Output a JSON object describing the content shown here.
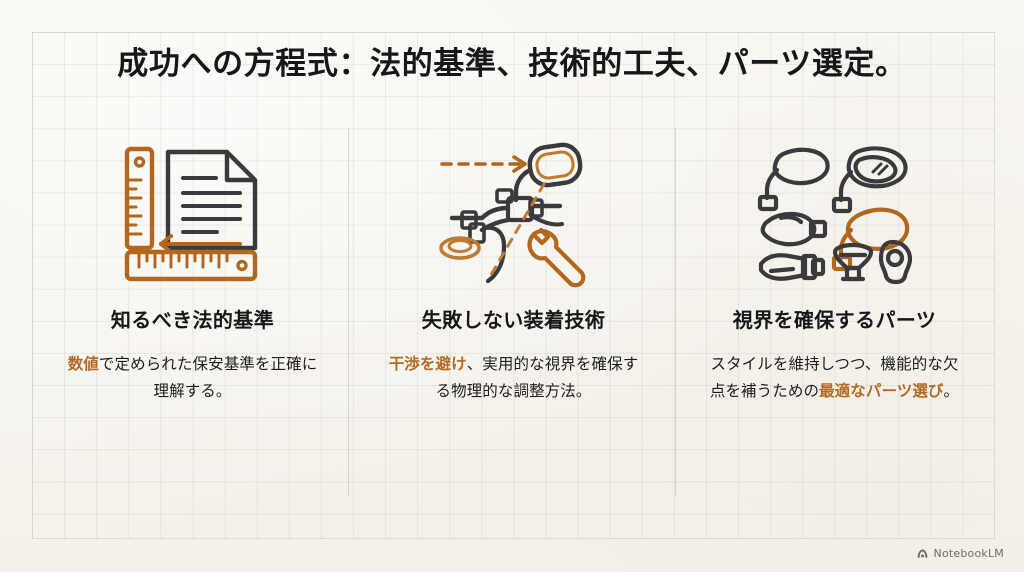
{
  "slide": {
    "title": "成功への方程式：法的基準、技術的工夫、パーツ選定。",
    "background_color": "#f7f5f0",
    "accent_color": "#b26a25",
    "ink_color": "#3a3a3c"
  },
  "columns": [
    {
      "icon_name": "ruler-document-icon",
      "heading": "知るべき法的基準",
      "body": [
        {
          "text": "数値",
          "highlight": true
        },
        {
          "text": "で定められた保安基準",
          "highlight": false
        },
        {
          "text": "を正確に理解する。",
          "highlight": false
        }
      ]
    },
    {
      "icon_name": "handlebar-mirror-wrench-icon",
      "heading": "失敗しない装着技術",
      "body": [
        {
          "text": "干渉を避け",
          "highlight": true
        },
        {
          "text": "、実用的な視界",
          "highlight": false
        },
        {
          "text": "を確保する物理的な調整方法。",
          "highlight": false
        }
      ]
    },
    {
      "icon_name": "mirror-parts-collection-icon",
      "heading": "視界を確保するパーツ",
      "body": [
        {
          "text": "スタイルを維持しつつ、機能的な欠点を補うための",
          "highlight": false
        },
        {
          "text": "最適なパーツ選び",
          "highlight": true
        },
        {
          "text": "。",
          "highlight": false
        }
      ]
    }
  ],
  "watermark": {
    "label": "NotebookLM",
    "icon_name": "notebooklm-logo-icon"
  }
}
